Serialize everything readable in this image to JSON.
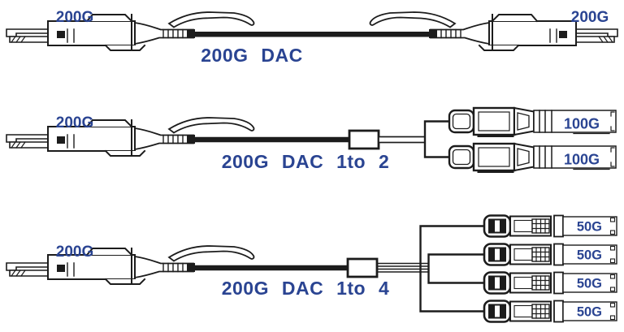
{
  "title": "200G DAC direct attach cable breakout options",
  "colors": {
    "ink": "#1c1c1c",
    "label_blue": "#2a4492",
    "background": "#ffffff"
  },
  "rows": [
    {
      "caption": "200G DAC",
      "left_port_label": "200G",
      "right_port_labels": [
        "200G"
      ]
    },
    {
      "caption": "200G DAC 1to 2",
      "left_port_label": "200G",
      "right_port_labels": [
        "100G",
        "100G"
      ]
    },
    {
      "caption": "200G DAC 1to 4",
      "left_port_label": "200G",
      "right_port_labels": [
        "50G",
        "50G",
        "50G",
        "50G"
      ]
    }
  ]
}
